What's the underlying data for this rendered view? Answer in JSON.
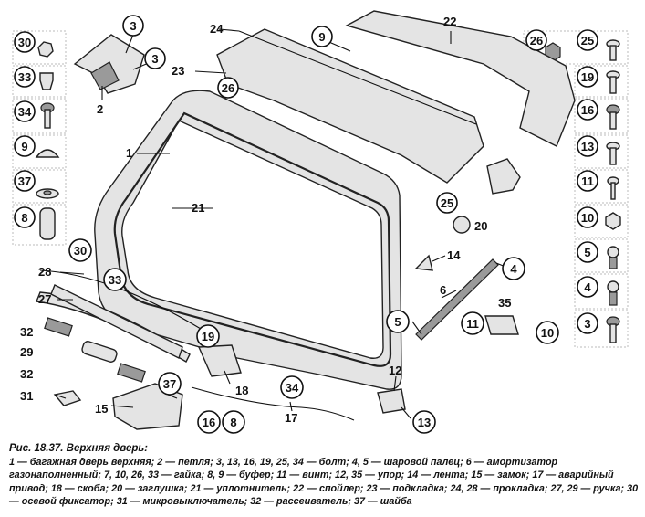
{
  "figure": {
    "title": "Рис. 18.37. Верхняя дверь:",
    "legend": "1 — багажная дверь верхняя; 2 — петля; 3, 13, 16, 19, 25, 34 — болт; 4, 5 — шаровой палец; 6 — амортизатор газонаполненный; 7, 10, 26, 33 — гайка; 8, 9 — буфер; 11 — винт; 12, 35 — упор; 14 — лента; 15 — замок; 17 — аварийный привод; 18 — скоба; 20 — заглушка; 21 — уплотнитель; 22 — спойлер; 23 — подкладка; 24, 28 — прокладка; 27, 29 — ручка; 30 — осевой фиксатор; 31 — микровыключатель; 32 — рассеиватель; 37 — шайба"
  },
  "labels": {
    "l1": "1",
    "l2": "2",
    "l3a": "3",
    "l3b": "3",
    "l3c": "3",
    "l4": "4",
    "l4r": "4",
    "l5": "5",
    "l5r": "5",
    "l6": "6",
    "l8": "8",
    "l8r": "8",
    "l9": "9",
    "l9r": "9",
    "l10": "10",
    "l10r": "10",
    "l11": "11",
    "l11r": "11",
    "l12": "12",
    "l13": "13",
    "l13r": "13",
    "l14": "14",
    "l15": "15",
    "l16": "16",
    "l16r": "16",
    "l17": "17",
    "l18": "18",
    "l19": "19",
    "l19r": "19",
    "l20": "20",
    "l21": "21",
    "l22": "22",
    "l23": "23",
    "l24": "24",
    "l25": "25",
    "l25r": "25",
    "l26": "26",
    "l26r": "26",
    "l27": "27",
    "l28": "28",
    "l29": "29",
    "l30": "30",
    "l30r": "30",
    "l31": "31",
    "l32a": "32",
    "l32b": "32",
    "l33": "33",
    "l33r": "33",
    "l34": "34",
    "l34r": "34",
    "l35": "35",
    "l37": "37",
    "l37r": "37"
  }
}
